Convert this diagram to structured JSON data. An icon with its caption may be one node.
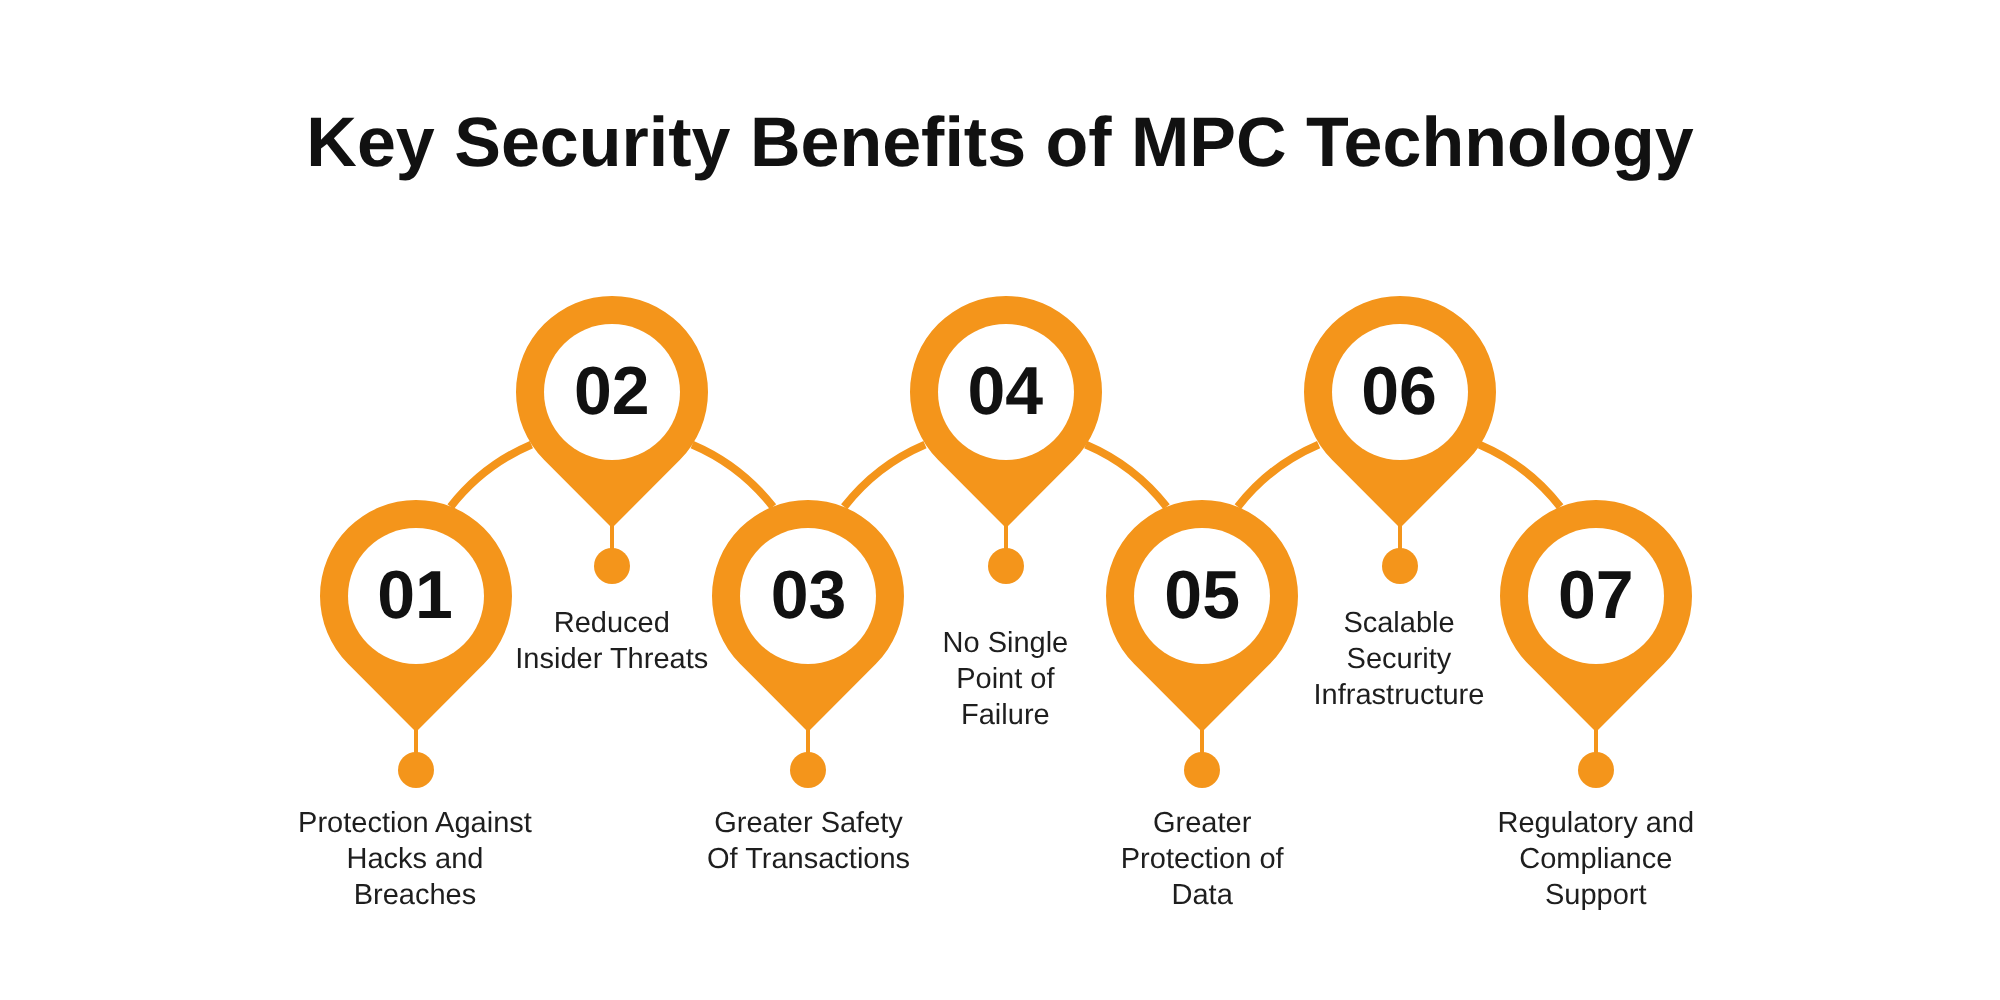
{
  "diagram": {
    "title": "Key Security Benefits of MPC Technology",
    "nodes": [
      {
        "text": [
          "01"
        ],
        "beside": [
          "Protection Against Hacks and Breaches"
        ]
      },
      {
        "text": [
          "02"
        ]
      },
      {
        "text": [
          "03"
        ],
        "beside": [
          "Greater Safety Of Transactions"
        ]
      },
      {
        "text": [
          "04"
        ]
      },
      {
        "text": [
          "05"
        ],
        "beside": [
          "Greater Protection of Data"
        ]
      },
      {
        "text": [
          "06"
        ]
      },
      {
        "text": [
          "07"
        ],
        "beside": [
          "Regulatory and Compliance Support"
        ]
      }
    ],
    "edges": [
      {
        "from": 0,
        "to": 1,
        "arrow": "none"
      },
      {
        "from": 1,
        "to": 2,
        "arrow": "none"
      },
      {
        "from": 2,
        "to": 3,
        "arrow": "none"
      },
      {
        "from": 3,
        "to": 4,
        "arrow": "none"
      },
      {
        "from": 4,
        "to": 5,
        "arrow": "none"
      },
      {
        "from": 5,
        "to": 6,
        "arrow": "none"
      }
    ],
    "labels": [
      "Reduced Insider Threats",
      "No Single Point of Failure",
      "Scalable Security Infrastructure"
    ]
  }
}
